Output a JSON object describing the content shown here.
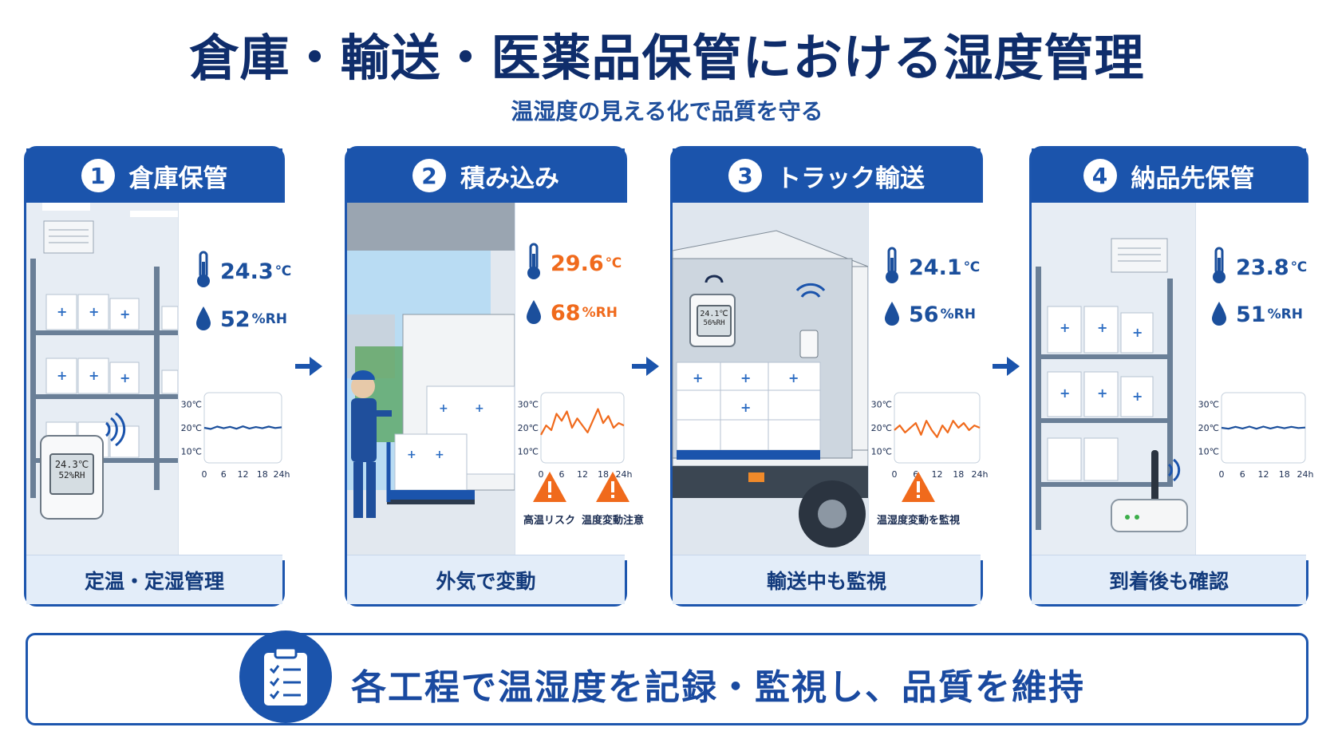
{
  "title": "倉庫・輸送・医薬品保管における湿度管理",
  "subtitle": "温湿度の見える化で品質を守る",
  "colors": {
    "primary": "#1b54ac",
    "normal": "#1b4f9c",
    "alert": "#f06a1c"
  },
  "chart_axes": {
    "y_ticks": [
      "30℃",
      "20℃",
      "10℃"
    ],
    "x_ticks": [
      "0",
      "6",
      "12",
      "18",
      "24h"
    ]
  },
  "stages": [
    {
      "num": "1",
      "title": "倉庫保管",
      "temp": "24.3",
      "temp_unit": "℃",
      "hum": "52",
      "hum_unit": "%RH",
      "alert": false,
      "device_temp": "24.3℃",
      "device_hum": "52%RH",
      "footer": "定温・定湿管理",
      "warnings": [],
      "chart_data": {
        "type": "line",
        "x": [
          0,
          2,
          4,
          6,
          8,
          10,
          12,
          14,
          16,
          18,
          20,
          22,
          24
        ],
        "y": [
          20,
          19.5,
          20.5,
          19.8,
          20.4,
          19.6,
          20.6,
          19.7,
          20.3,
          19.8,
          20.5,
          19.9,
          20.2
        ],
        "ylim": [
          5,
          35
        ],
        "xlim": [
          0,
          24
        ]
      }
    },
    {
      "num": "2",
      "title": "積み込み",
      "temp": "29.6",
      "temp_unit": "℃",
      "hum": "68",
      "hum_unit": "%RH",
      "alert": true,
      "footer": "外気で変動",
      "warnings": [
        "高温リスク",
        "温度変動注意"
      ],
      "chart_data": {
        "type": "line",
        "x": [
          0,
          1.5,
          3,
          4.5,
          6,
          7.5,
          9,
          10.5,
          12,
          13.5,
          15,
          16.5,
          18,
          19.5,
          21,
          22.5,
          24
        ],
        "y": [
          17,
          21,
          19,
          26,
          23,
          27,
          20,
          24,
          21,
          18,
          23,
          28,
          22,
          25,
          20,
          22,
          21
        ],
        "ylim": [
          5,
          35
        ],
        "xlim": [
          0,
          24
        ]
      }
    },
    {
      "num": "3",
      "title": "トラック輸送",
      "temp": "24.1",
      "temp_unit": "℃",
      "hum": "56",
      "hum_unit": "%RH",
      "alert": false,
      "device_temp": "24.1℃",
      "device_hum": "56%RH",
      "footer": "輸送中も監視",
      "warnings": [
        "温湿度変動を監視"
      ],
      "chart_data": {
        "type": "line",
        "x": [
          0,
          1.5,
          3,
          4.5,
          6,
          7.5,
          9,
          10.5,
          12,
          13.5,
          15,
          16.5,
          18,
          19.5,
          21,
          22.5,
          24
        ],
        "y": [
          19,
          21,
          18,
          20,
          22,
          17,
          23,
          19,
          16,
          21,
          18,
          23,
          20,
          22,
          19,
          21,
          20
        ],
        "ylim": [
          5,
          35
        ],
        "xlim": [
          0,
          24
        ]
      }
    },
    {
      "num": "4",
      "title": "納品先保管",
      "temp": "23.8",
      "temp_unit": "℃",
      "hum": "51",
      "hum_unit": "%RH",
      "alert": false,
      "footer": "到着後も確認",
      "warnings": [],
      "chart_data": {
        "type": "line",
        "x": [
          0,
          2,
          4,
          6,
          8,
          10,
          12,
          14,
          16,
          18,
          20,
          22,
          24
        ],
        "y": [
          20,
          19.6,
          20.4,
          19.7,
          20.5,
          19.6,
          20.5,
          19.7,
          20.4,
          19.8,
          20.4,
          19.9,
          20.1
        ],
        "ylim": [
          5,
          35
        ],
        "xlim": [
          0,
          24
        ]
      }
    }
  ],
  "bottom": {
    "text": "各工程で温湿度を記録・監視し、品質を維持"
  }
}
